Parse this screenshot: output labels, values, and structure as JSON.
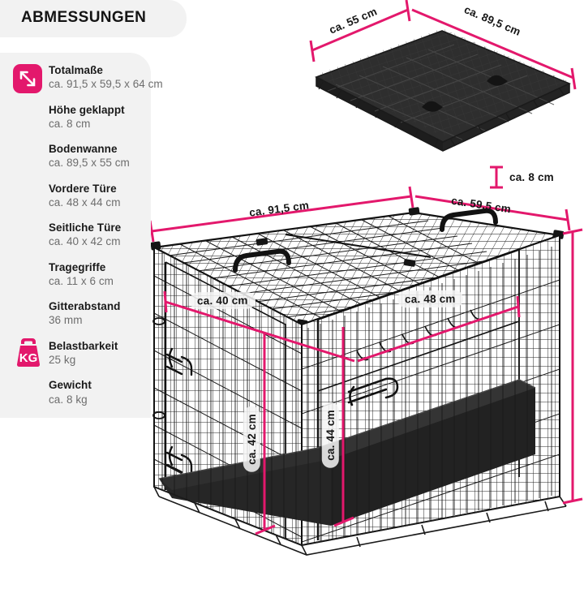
{
  "header": {
    "title": "ABMESSUNGEN"
  },
  "specs": {
    "items": [
      {
        "icon": "resize-arrow-icon",
        "label": "Totalmaße",
        "value": "ca. 91,5 x 59,5 x 64 cm"
      },
      {
        "icon": null,
        "label": "Höhe geklappt",
        "value": "ca. 8 cm"
      },
      {
        "icon": null,
        "label": "Bodenwanne",
        "value": "ca. 89,5 x 55 cm"
      },
      {
        "icon": null,
        "label": "Vordere Türe",
        "value": "ca. 48 x 44 cm"
      },
      {
        "icon": null,
        "label": "Seitliche Türe",
        "value": "ca. 40 x 42 cm"
      },
      {
        "icon": null,
        "label": "Tragegriffe",
        "value": "ca. 11 x 6 cm"
      },
      {
        "icon": null,
        "label": "Gitterabstand",
        "value": "36 mm"
      },
      {
        "icon": "weight-kg-icon",
        "label": "Belastbarkeit",
        "value": "25 kg"
      },
      {
        "icon": null,
        "label": "Gewicht",
        "value": "ca. 8 kg"
      }
    ],
    "kg_icon_text": "KG"
  },
  "folded_view": {
    "name": "folded-crate",
    "dimensions": {
      "width_label": "ca. 55 cm",
      "length_label": "ca. 89,5 cm",
      "height_label": "ca. 8 cm"
    }
  },
  "assembled_view": {
    "name": "assembled-crate",
    "dimensions": {
      "length_label": "ca. 91,5 cm",
      "depth_label": "ca. 59,5 cm",
      "side_door_width_label": "ca. 40 cm",
      "front_door_width_label": "ca. 48 cm",
      "side_door_height_label": "ca. 42 cm",
      "front_door_height_label": "ca. 44 cm"
    }
  },
  "colors": {
    "accent_pink": "#e3186c",
    "panel_gray": "#f2f2f2",
    "label_dark": "#1a1a1a",
    "value_gray": "#6d6d6d",
    "wire_black": "#1b1b1b",
    "tray_black": "#2a2a2a"
  }
}
